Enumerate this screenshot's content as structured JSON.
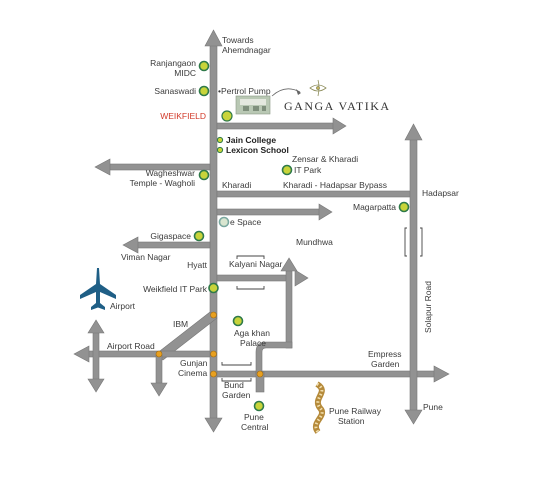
{
  "map": {
    "project_name": "GANGA VATIKA",
    "labels": {
      "towards_line1": "Towards",
      "towards_line2": "Ahemdnagar",
      "ranjangaon_line1": "Ranjangaon",
      "ranjangaon_line2": "MIDC",
      "sanaswadi": "Sanaswadi",
      "petrol_pump": "•Pertrol Pump",
      "weikfield": "WEIKFIELD",
      "jain_college": "Jain College",
      "lexicon_school": "Lexicon School",
      "wagheshwar_line1": "Wagheshwar",
      "wagheshwar_line2": "Temple - Wagholi",
      "zensar_line1": "Zensar & Kharadi",
      "zensar_line2": "IT Park",
      "kharadi": "Kharadi",
      "kharadi_bypass": "Kharadi - Hadapsar Bypass",
      "hadapsar": "Hadapsar",
      "magarpatta": "Magarpatta",
      "espace": "e Space",
      "gigaspace": "Gigaspace",
      "mundhwa": "Mundhwa",
      "viman_nagar": "Viman Nagar",
      "hyatt": "Hyatt",
      "kalyani_nagar": "Kalyani Nagar",
      "weikfield_it_park": "Weikfield IT Park",
      "airport": "Airport",
      "ibm": "IBM",
      "aga_khan_line1": "Aga khan",
      "aga_khan_line2": "Palace",
      "airport_road": "Airport Road",
      "gunjan_line1": "Gunjan",
      "gunjan_line2": "Cinema",
      "empress_line1": "Empress",
      "empress_line2": "Garden",
      "solapur_road": "Solapur Road",
      "bund_line1": "Bund",
      "bund_line2": "Garden",
      "pune_central_line1": "Pune",
      "pune_central_line2": "Central",
      "pune_railway_line1": "Pune Railway",
      "pune_railway_line2": "Station",
      "pune": "Pune"
    },
    "colors": {
      "road": "#8e8e8e",
      "road_edge": "#6f6f6f",
      "marker_ring": "#2f7a4a",
      "marker_fill": "#c8d43a",
      "junction": "#e8a020",
      "airplane": "#1f5f86",
      "brand_accent": "#d23a2a",
      "railway": "#c89a4a"
    }
  }
}
